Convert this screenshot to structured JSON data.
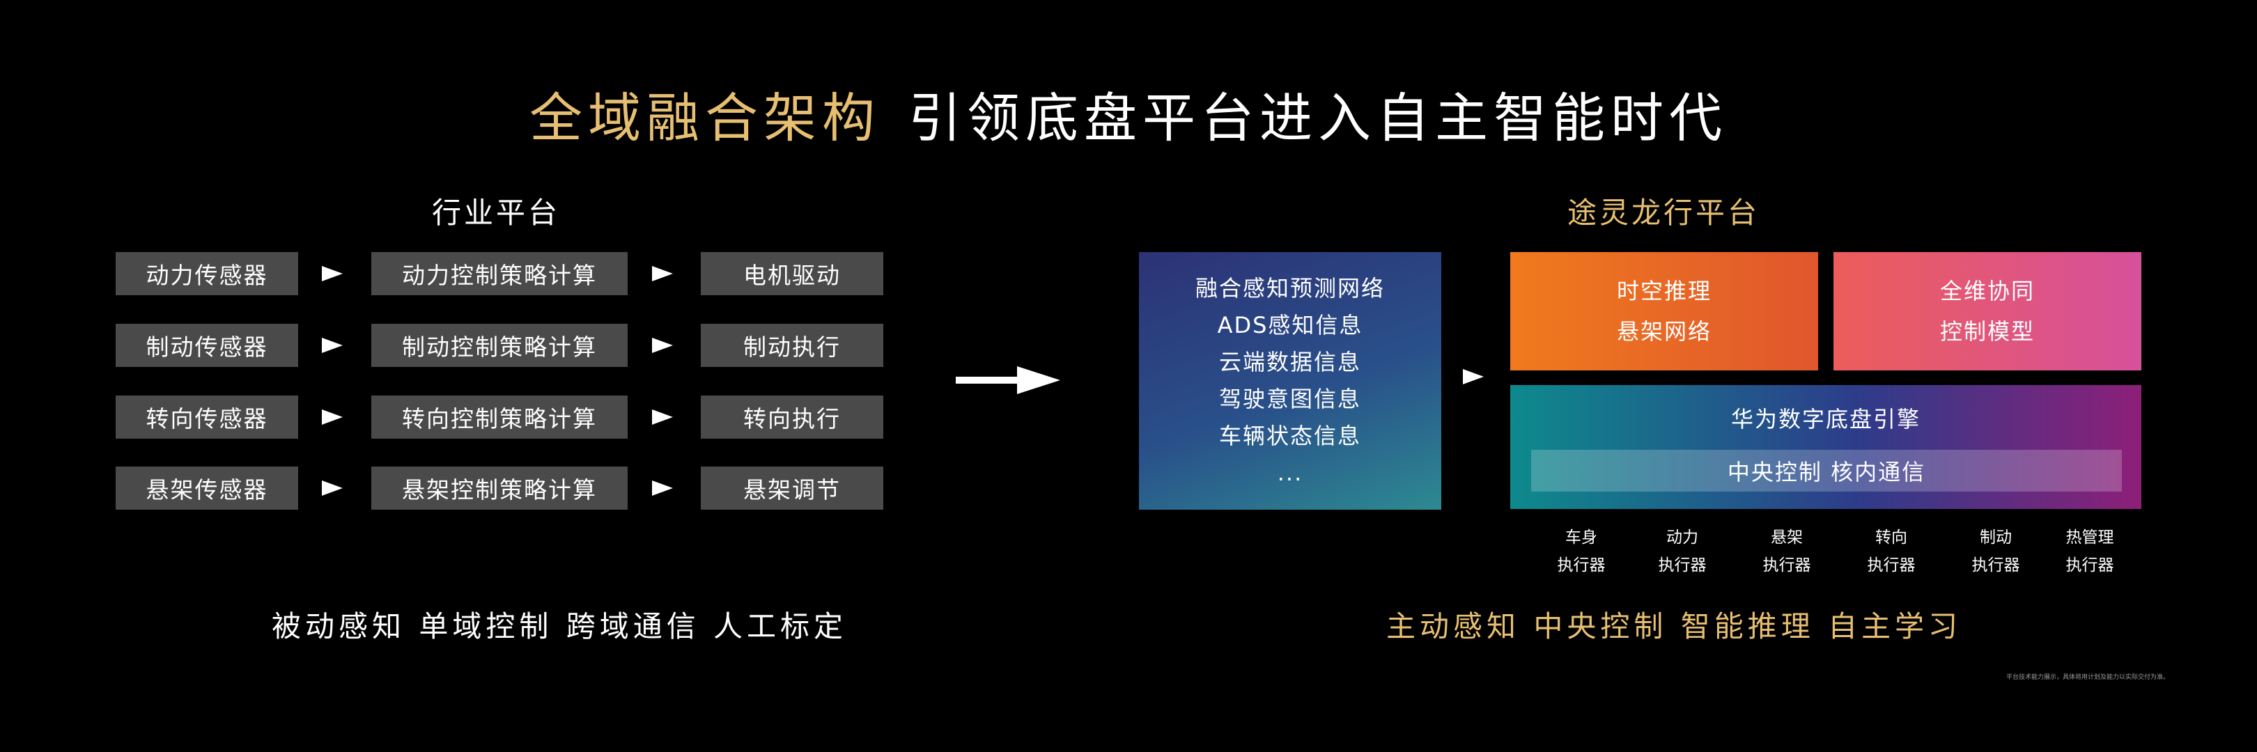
{
  "title": {
    "highlight": "全域融合架构",
    "main": "引领底盘平台进入自主智能时代"
  },
  "left": {
    "title": "行业平台",
    "rows": [
      [
        "动力传感器",
        "动力控制策略计算",
        "电机驱动"
      ],
      [
        "制动传感器",
        "制动控制策略计算",
        "制动执行"
      ],
      [
        "转向传感器",
        "转向控制策略计算",
        "转向执行"
      ],
      [
        "悬架传感器",
        "悬架控制策略计算",
        "悬架调节"
      ]
    ],
    "caption": "被动感知  单域控制  跨域通信  人工标定"
  },
  "right": {
    "title": "途灵龙行平台",
    "info": [
      "融合感知预测网络",
      "ADS感知信息",
      "云端数据信息",
      "驾驶意图信息",
      "车辆状态信息",
      "..."
    ],
    "orange": [
      "时空推理",
      "悬架网络"
    ],
    "pink": [
      "全维协同",
      "控制模型"
    ],
    "engine": {
      "title": "华为数字底盘引擎",
      "inner": "中央控制  核内通信"
    },
    "actuators": [
      [
        "车身",
        "执行器"
      ],
      [
        "动力",
        "执行器"
      ],
      [
        "悬架",
        "执行器"
      ],
      [
        "转向",
        "执行器"
      ],
      [
        "制动",
        "执行器"
      ],
      [
        "热管理",
        "执行器"
      ]
    ],
    "caption": "主动感知  中央控制  智能推理  自主学习"
  },
  "footnote": "平台技术能力展示，具体将用计划及能力以实际交付为准。"
}
